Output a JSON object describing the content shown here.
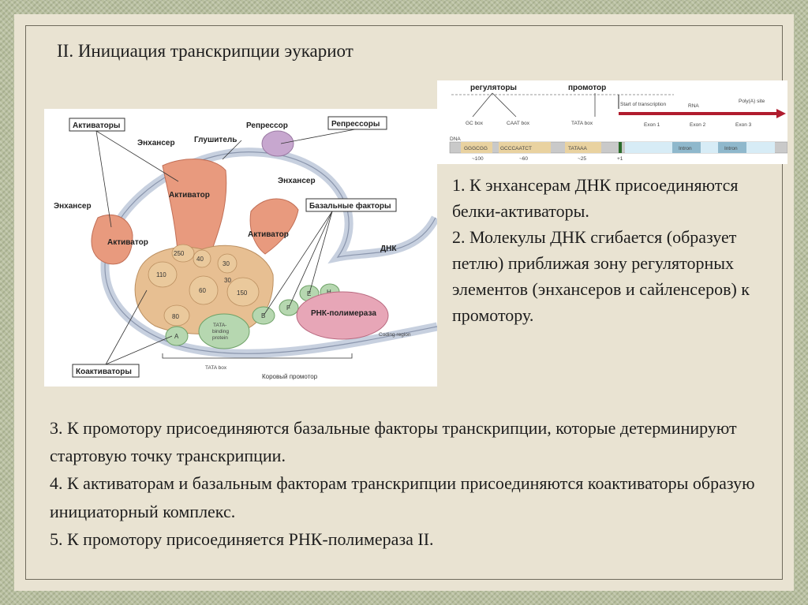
{
  "title": "II. Инициация транскрипции эукариот",
  "points_right": [
    "1. К энхансерам ДНК присоединяются белки-активаторы.",
    "2. Молекулы ДНК сгибается (образует петлю) приближая зону регуляторных элементов (энхансеров и сайленсеров) к промотору."
  ],
  "points_bottom": [
    "3. К промотору присоединяются базальные факторы транскрипции, которые детерминируют стартовую точку транскрипции.",
    "4. К активаторам и базальным факторам транскрипции присоединяются коактиваторы образую инициаторный комплекс.",
    "5. К промотору присоединяется РНК-полимераза II."
  ],
  "figure_main": {
    "activators_box": "Активаторы",
    "repressors_box": "Репрессоры",
    "basal_box": "Базальные факторы",
    "coactivators_box": "Коактиваторы",
    "enhancer_top": "Энхансер",
    "enhancer_left": "Энхансер",
    "enhancer_right": "Энхансер",
    "silencer": "Глушитель",
    "repressor": "Репрессор",
    "activator_center": "Активатор",
    "activator_left": "Активатор",
    "activator_right": "Активатор",
    "dna": "ДНК",
    "rna_pol": "РНК-полимераза",
    "coding_region": "Coding region",
    "core_promoter": "Коровый промотор",
    "tata_box": "TATA box",
    "tata_protein": [
      "TATA-",
      "binding",
      "protein"
    ],
    "nums": [
      "250",
      "40",
      "30",
      "110",
      "60",
      "30",
      "150",
      "80"
    ],
    "factors": [
      "A",
      "B",
      "F",
      "E",
      "H"
    ]
  },
  "figure_top": {
    "regulators": "регуляторы",
    "promoter": "промотор",
    "start": "Start of transcription",
    "rna": "RNA",
    "polya": "Poly(A) site",
    "gc_box": "GC box",
    "caat_box": "CAAT box",
    "tata_box": "TATA box",
    "exon1": "Exon 1",
    "exon2": "Exon 2",
    "exon3": "Exon 3",
    "intron1": "Intron",
    "intron2": "Intron",
    "dna": "DNA",
    "seq1": "GGGCGG",
    "seq2": "GCCCAATCT",
    "seq3": "TATAAA",
    "pos1": "~100",
    "pos2": "~60",
    "pos3": "~25",
    "pos4": "+1"
  }
}
